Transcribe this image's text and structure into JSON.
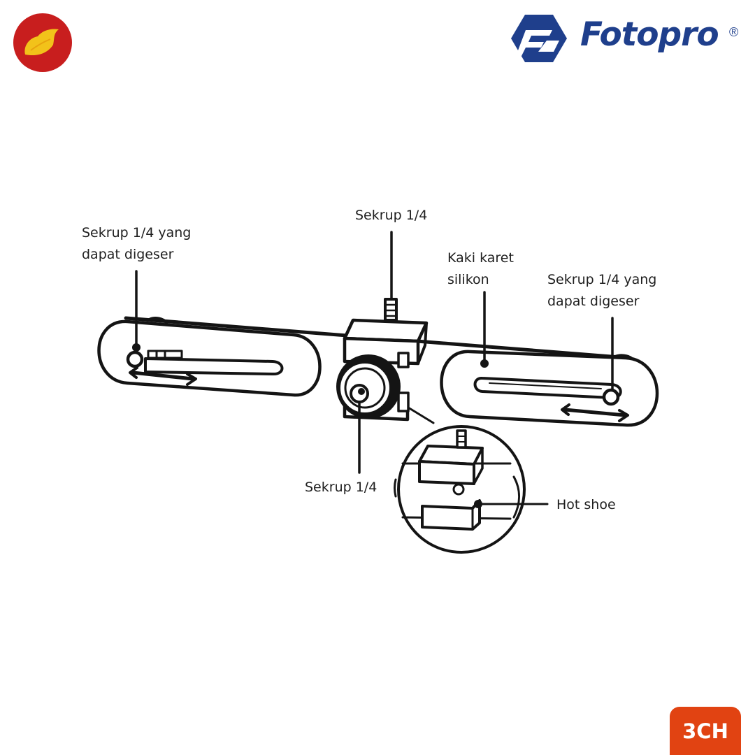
{
  "brand": {
    "name": "Fotopro",
    "registered_mark": "®",
    "brand_color": "#1f3f8c"
  },
  "store_logo": {
    "icon": "fruit-icon",
    "bg_color": "#c81e1e",
    "fg_color": "#f2c21a"
  },
  "badge": {
    "text": "3CH",
    "color": "#e14312"
  },
  "callouts": {
    "left_sliding_screw": "Sekrup 1/4 yang\ndapat digeser",
    "top_screw": "Sekrup 1/4",
    "rubber_feet": "Kaki karet\nsilikon",
    "right_sliding_screw": "Sekrup 1/4 yang\ndapat digeser",
    "bottom_screw": "Sekrup 1/4",
    "hot_shoe": "Hot shoe"
  }
}
